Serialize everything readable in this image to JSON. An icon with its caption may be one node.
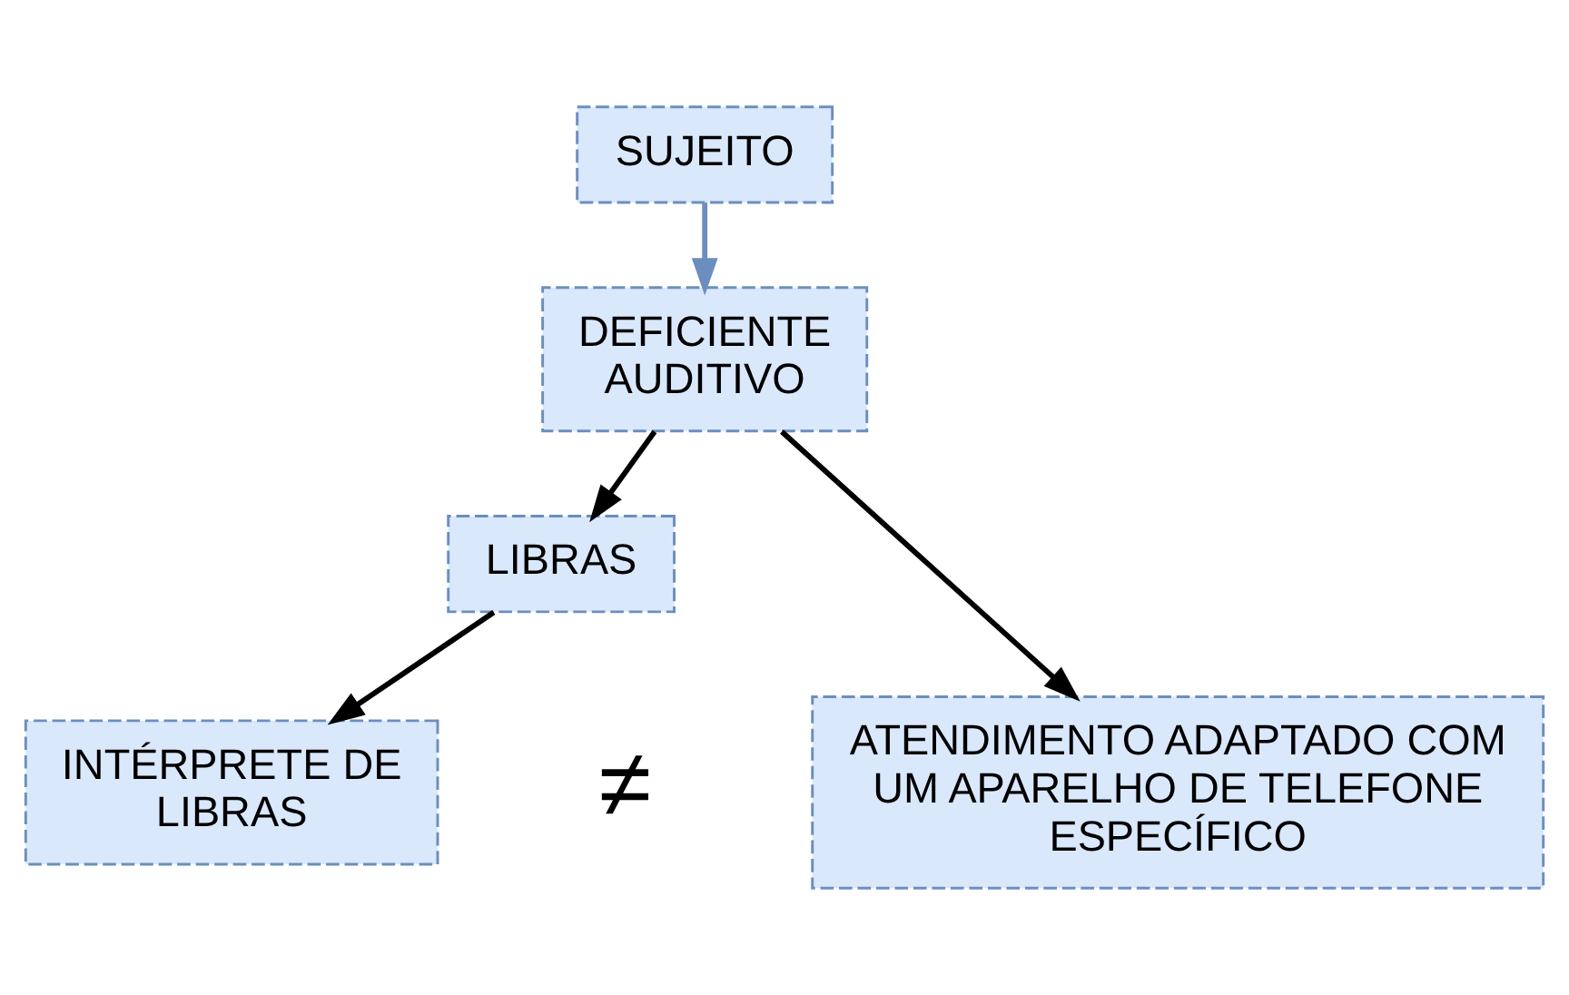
{
  "diagram": {
    "nodes": [
      {
        "text": [
          "SUJEITO"
        ]
      },
      {
        "text": [
          "DEFICIENTE AUDITIVO"
        ]
      },
      {
        "text": [
          "LIBRAS"
        ]
      },
      {
        "text": [
          "INTÉRPRETE DE LIBRAS"
        ]
      },
      {
        "text": [
          "ATENDIMENTO ADAPTADO COM UM APARELHO DE TELEFONE ESPECÍFICO"
        ]
      }
    ],
    "edges": [
      {
        "from": 0,
        "to": 1,
        "arrow": "to",
        "color": "#6c8ebf"
      },
      {
        "from": 1,
        "to": 2,
        "arrow": "to"
      },
      {
        "from": 1,
        "to": 4,
        "arrow": "to"
      },
      {
        "from": 2,
        "to": 3,
        "arrow": "to"
      }
    ],
    "labels": [
      "≠"
    ]
  }
}
